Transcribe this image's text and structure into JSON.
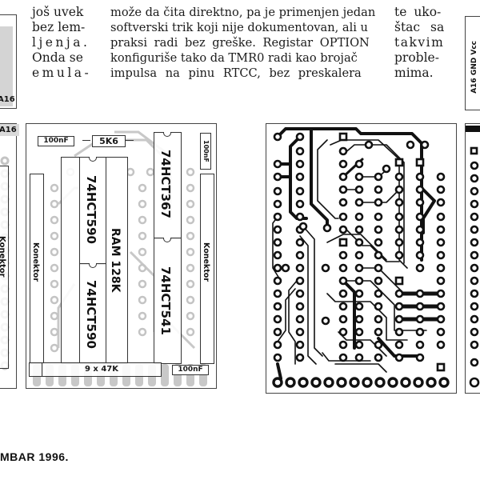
{
  "columns": {
    "left": {
      "lines": [
        "još uvek",
        "bez lem-",
        "ljenja.",
        "Onda se",
        "emula-"
      ]
    },
    "middle": {
      "lines": [
        "može da čita direktno, pa je primenjen jedan",
        "softverski trik koji nije dokumentovan, ali u",
        "praksi radi bez greške. Registar OPTION",
        "konfiguriše tako da TMR0 radi kao brojač",
        "impulsa na pinu RTCC, bez preskalera"
      ]
    },
    "right": {
      "lines": [
        "te uko-",
        "štac sa",
        "takvim",
        "proble-",
        "mima."
      ]
    }
  },
  "left_edge_panel": {
    "top_tag": "A16",
    "mid_tag": "A16",
    "connector_label": "Konektor"
  },
  "component_layout": {
    "left_connector_label": "Konektor",
    "right_connector_label": "Konektor",
    "cap_top_left": "100nF",
    "resistor_top": "5K6",
    "cap_top_right": "100nF",
    "ic_upper_left": "74HCT590",
    "ic_lower_left": "74HCT590",
    "ic_middle": "RAM 128K",
    "ic_upper_right": "74HCT367",
    "ic_lower_right": "74HCT541",
    "resistor_network": "9 x 47K",
    "cap_bottom_right": "100nF"
  },
  "right_edge_panel": {
    "label": "A16 GND Vcc"
  },
  "footer": {
    "text": "MBAR 1996."
  },
  "colors": {
    "ink": "#111111",
    "trace_gray": "#c4c4c4",
    "tag_gray": "#d9d9d9",
    "paper": "#ffffff"
  }
}
